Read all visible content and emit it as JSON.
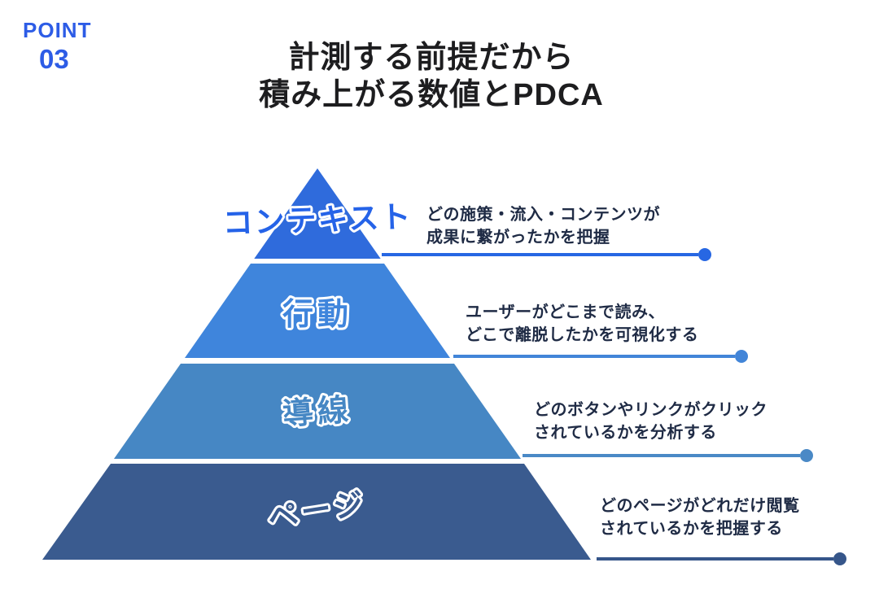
{
  "badge": {
    "label": "POINT",
    "number": "03",
    "color": "#2d5ce6"
  },
  "title": {
    "line1": "計測する前提だから",
    "line2": "積み上がる数値とPDCA",
    "color": "#1d1d1f"
  },
  "pyramid": {
    "layers": [
      {
        "label": "コンテキスト",
        "desc_lines": [
          "どの施策・流入・コンテンツが",
          "成果に繋がったかを把握"
        ],
        "color": "#2f6bdc",
        "label_color": "#2563e8",
        "line_color": "#2767e3"
      },
      {
        "label": "行動",
        "desc_lines": [
          "ユーザーがどこまで読み、",
          "どこで離脱したかを可視化する"
        ],
        "color": "#3f85dc",
        "label_color": "#3f85dc",
        "line_color": "#4285d8"
      },
      {
        "label": "導線",
        "desc_lines": [
          "どのボタンやリンクがクリック",
          "されているかを分析する"
        ],
        "color": "#4687c4",
        "label_color": "#4687c4",
        "line_color": "#4a89c6"
      },
      {
        "label": "ページ",
        "desc_lines": [
          "どのページがどれだけ閲覧",
          "されているかを把握する"
        ],
        "color": "#3a5b8f",
        "label_color": "#3a5b8f",
        "line_color": "#36568a"
      }
    ]
  },
  "colors": {
    "background": "#ffffff",
    "description_text": "#1f2b45"
  }
}
